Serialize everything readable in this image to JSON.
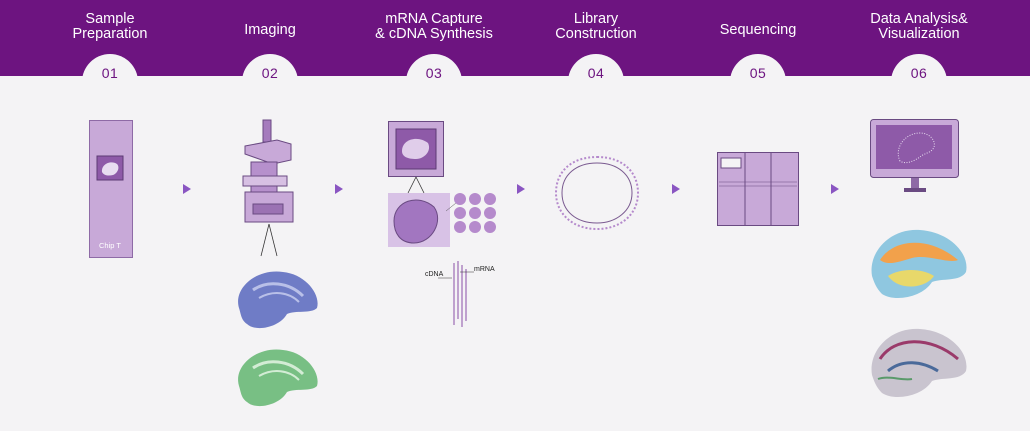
{
  "steps": [
    {
      "number": "01",
      "title": "Sample\nPreparation"
    },
    {
      "number": "02",
      "title": "Imaging"
    },
    {
      "number": "03",
      "title": "mRNA Capture\n& cDNA Synthesis"
    },
    {
      "number": "04",
      "title": "Library\nConstruction"
    },
    {
      "number": "05",
      "title": "Sequencing"
    },
    {
      "number": "06",
      "title": "Data Analysis&\nVisualization"
    }
  ],
  "labels": {
    "chip": "Chip T",
    "cdna": "cDNA",
    "mrna": "mRNA"
  },
  "colors": {
    "header": "#6d1480",
    "background": "#f4f3f5",
    "illustration": "#c8a9d8",
    "arrow": "#8a55c2"
  }
}
